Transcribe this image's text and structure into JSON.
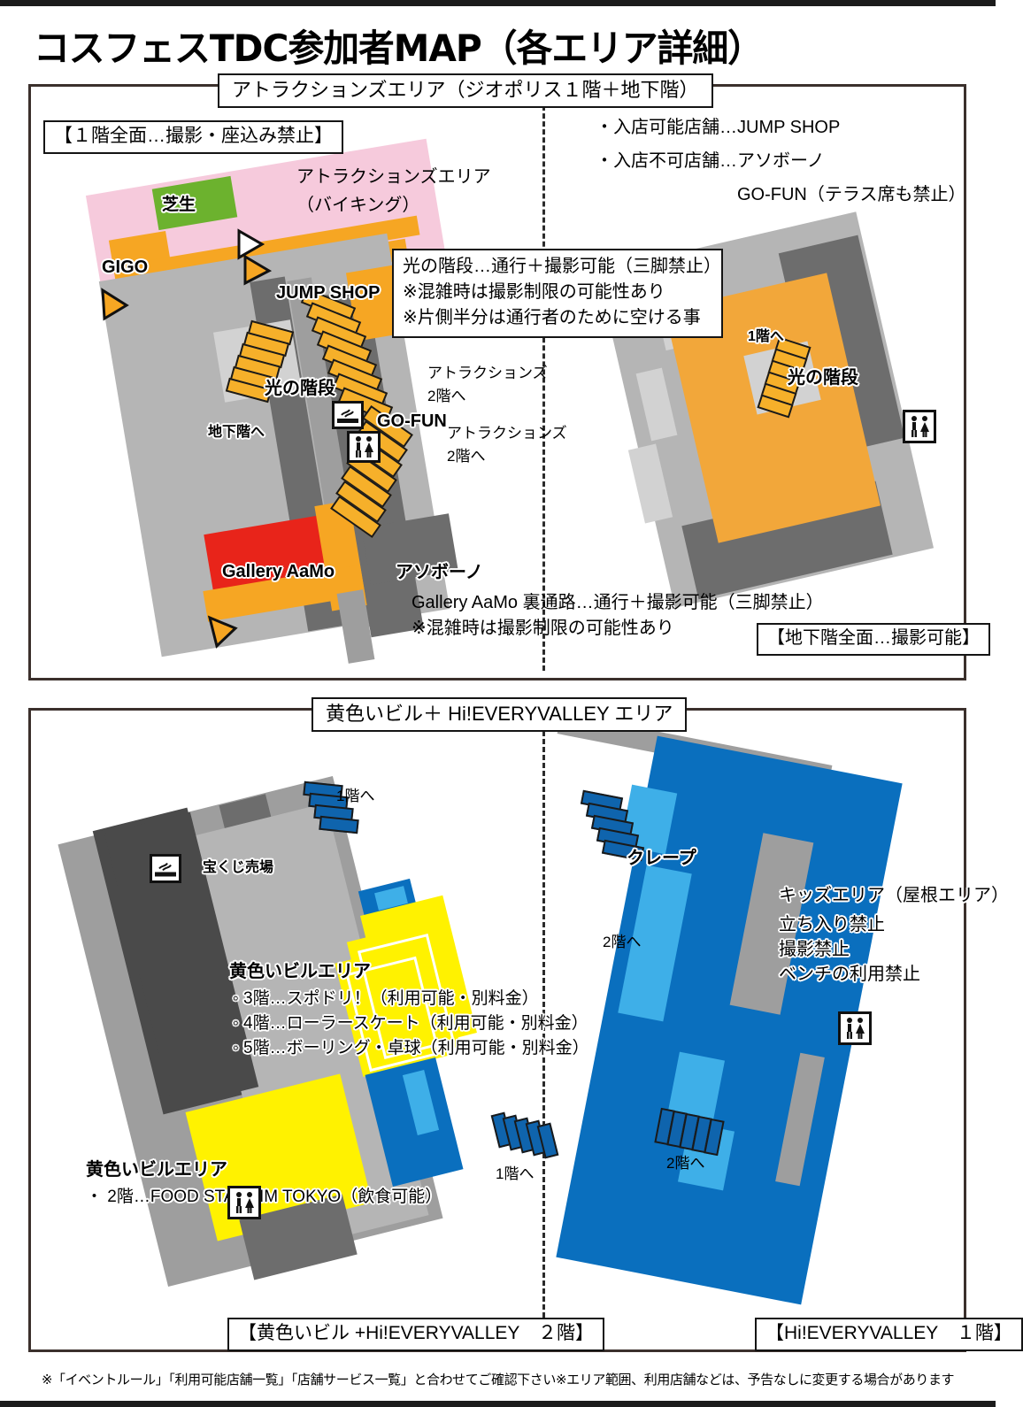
{
  "page": {
    "title": "コスフェスTDC参加者MAP（各エリア詳細）",
    "footer_note": "※「イベントルール」「利用可能店舗一覧」「店舗サービス一覧」と合わせてご確認下さい※エリア範囲、利用店舗などは、予告なしに変更する場合があります"
  },
  "colors": {
    "pink": "#f6cadc",
    "green": "#6cb22e",
    "orange": "#f6a623",
    "red": "#e8241a",
    "yellow": "#fff200",
    "blue": "#0a6fbe",
    "light_blue": "#3eafe8",
    "grey_light": "#b5b5b5",
    "grey_mid": "#9e9e9e",
    "grey_dark": "#6d6d6d",
    "grey_darkest": "#4a4a4a",
    "frame": "#3b302c"
  },
  "section1": {
    "tab": "アトラクションズエリア（ジオポリス１階＋地下階）",
    "left": {
      "rule_box": "【１階全面…撮影・座込み禁止】",
      "area_name_line1": "アトラクションズエリア",
      "area_name_line2": "（バイキング）",
      "labels": {
        "lawn": "芝生",
        "gigo": "GIGO",
        "jump_shop": "JUMP SHOP",
        "light_stairs": "光の階段",
        "to_basement": "地下階へ",
        "go_fun": "GO-FUN",
        "to_attractions_2f_a_line1": "アトラクションズ",
        "to_attractions_2f_a_line2": "2階へ",
        "to_attractions_2f_b_line1": "アトラクションズ",
        "to_attractions_2f_b_line2": "2階へ",
        "gallery_aamo": "Gallery AaMo",
        "asobono": "アソボーノ"
      },
      "back_passage_line1": "Gallery AaMo 裏通路…通行＋撮影可能（三脚禁止）",
      "back_passage_line2": "※混雑時は撮影制限の可能性あり"
    },
    "stairs_note": [
      "光の階段…通行＋撮影可能（三脚禁止）",
      "※混雑時は撮影制限の可能性あり",
      "※片側半分は通行者のために空ける事"
    ],
    "right": {
      "shop_ok": "・入店可能店舗…JUMP  SHOP",
      "shop_ng": "・入店不可店舗…アソボーノ",
      "shop_ng2": "GO-FUN（テラス席も禁止）",
      "labels": {
        "to_1f": "1階へ",
        "light_stairs": "光の階段"
      },
      "floor_box": "【地下階全面…撮影可能】"
    }
  },
  "section2": {
    "tab": "黄色いビル＋ Hi!EVERYVALLEY エリア",
    "left": {
      "labels": {
        "to_1f_top": "1階へ",
        "lottery": "宝くじ売場",
        "to_1f_right": "1階へ"
      },
      "yellow_building_area_title": "黄色いビルエリア",
      "yellow_building_items": [
        "3階…スポドリ！（利用可能・別料金）",
        "4階…ローラースケート（利用可能・別料金）",
        "5階…ボーリング・卓球（利用可能・別料金）"
      ],
      "yellow_building_area_title2": "黄色いビルエリア",
      "yellow_building_items2": [
        "・ 2階…FOOD STAUDIM TOKYO（飲食可能）"
      ],
      "floor_box": "【黄色いビル +Hi!EVERYVALLEY　２階】"
    },
    "right": {
      "labels": {
        "crepe": "クレープ",
        "to_2f_top": "2階へ",
        "to_2f_bottom": "2階へ"
      },
      "kids_area_title": "キッズエリア（屋根エリア）",
      "kids_area_rules": [
        "立ち入り禁止",
        "撮影禁止",
        "ベンチの利用禁止"
      ],
      "floor_box": "【Hi!EVERYVALLEY　１階】"
    }
  },
  "icons": {
    "smoking": "smoking-icon",
    "restroom": "restroom-icon",
    "arrow_triangle": "triangle-arrow-icon"
  }
}
